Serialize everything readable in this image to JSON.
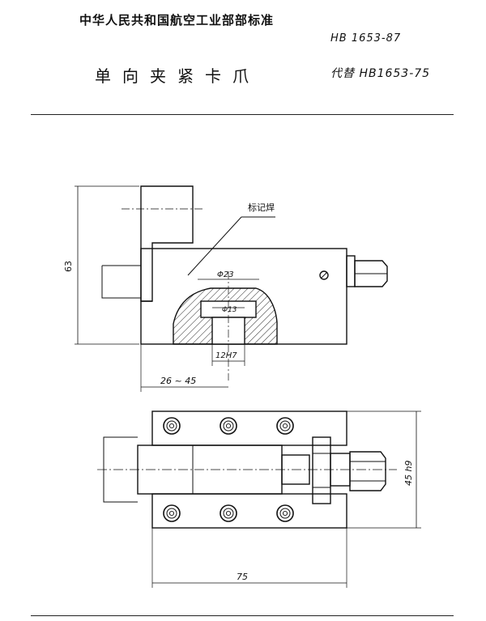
{
  "header": {
    "organization": "中华人民共和国航空工业部部标准",
    "standard_no": "HB 1653-87",
    "title": "单向夹紧卡爪",
    "replaces_label": "代替",
    "replaces_no": "HB1653-75"
  },
  "drawing": {
    "labels": {
      "weld": "标记焊",
      "dia_large": "Φ23",
      "dia_small": "Φ13",
      "fit": "12H7",
      "height": "63",
      "range": "26 ~ 45",
      "width": "45 h9",
      "length": "75"
    }
  }
}
